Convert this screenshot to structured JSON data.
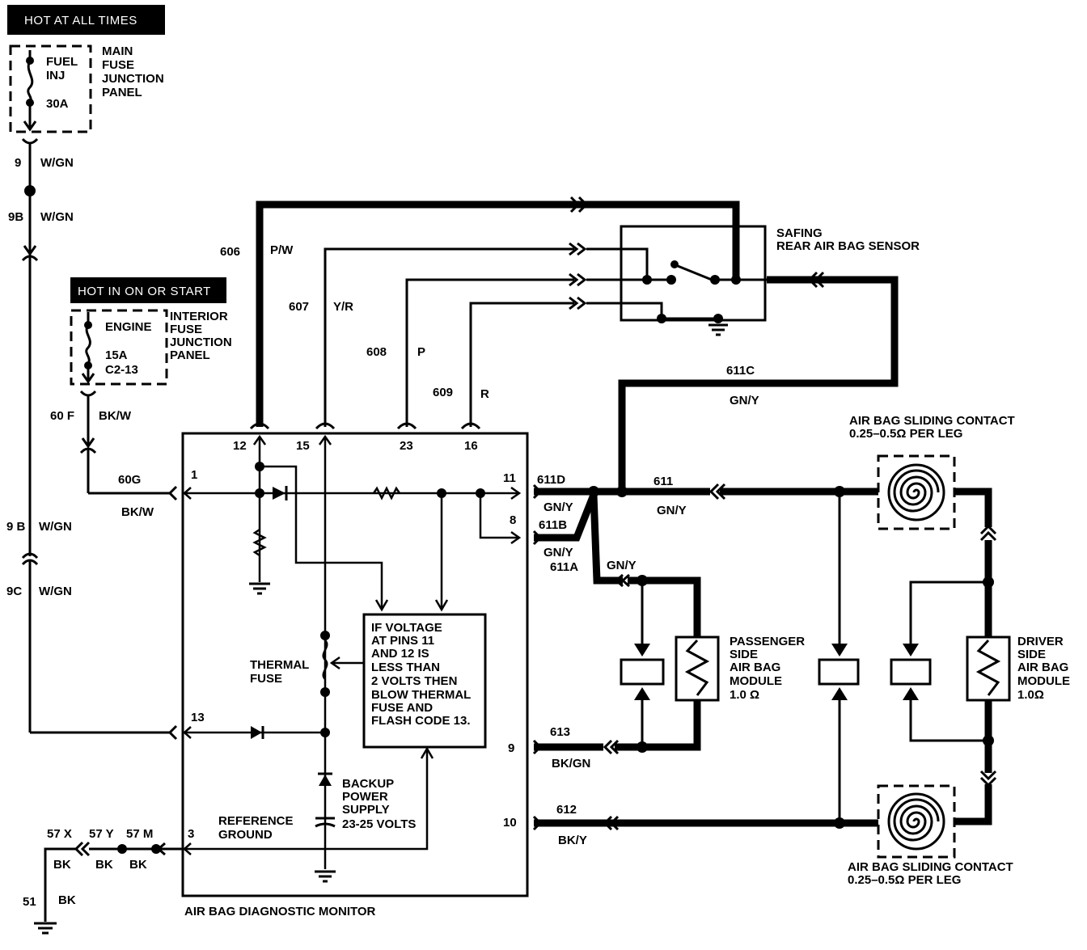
{
  "headers": {
    "hot_at_all_times": "HOT AT ALL TIMES",
    "hot_in_on_or_start": "HOT IN ON OR START"
  },
  "main_fuse": {
    "fuse_name_1": "FUEL",
    "fuse_name_2": "INJ",
    "rating": "30A",
    "panel_1": "MAIN",
    "panel_2": "FUSE",
    "panel_3": "JUNCTION",
    "panel_4": "PANEL"
  },
  "interior_fuse": {
    "fuse_name": "ENGINE",
    "rating": "15A",
    "location": "C2-13",
    "panel_1": "INTERIOR",
    "panel_2": "FUSE",
    "panel_3": "JUNCTION",
    "panel_4": "PANEL"
  },
  "circuits": {
    "c9": "9",
    "c9_color": "W/GN",
    "c9b": "9B",
    "c9b_color": "W/GN",
    "c9b2": "9 B",
    "c9b2_color": "W/GN",
    "c9c": "9C",
    "c9c_color": "W/GN",
    "c60f": "60 F",
    "c60f_color": "BK/W",
    "c60g": "60G",
    "c60g_color": "BK/W",
    "c606": "606",
    "c606_color": "P/W",
    "c607": "607",
    "c607_color": "Y/R",
    "c608": "608",
    "c608_color": "P",
    "c609": "609",
    "c609_color": "R",
    "c611c": "611C",
    "c611c_color": "GN/Y",
    "c611d": "611D",
    "c611d_color": "GN/Y",
    "c611b": "611B",
    "c611b_color": "GN/Y",
    "c611a": "611A",
    "c611a_color": "GN/Y",
    "c611": "611",
    "c611_color": "GN/Y",
    "c613": "613",
    "c613_color": "BK/GN",
    "c612": "612",
    "c612_color": "BK/Y",
    "c57x": "57 X",
    "c57y": "57 Y",
    "c57m": "57 M",
    "c57_color_1": "BK",
    "c57_color_2": "BK",
    "c57_color_3": "BK",
    "c51": "51",
    "c51_color": "BK"
  },
  "monitor": {
    "title": "AIR BAG DIAGNOSTIC MONITOR",
    "pins": {
      "p12": "12",
      "p15": "15",
      "p23": "23",
      "p16": "16",
      "p1": "1",
      "p11": "11",
      "p8": "8",
      "p13": "13",
      "p9": "9",
      "p10": "10",
      "p3": "3"
    },
    "thermal_fuse_1": "THERMAL",
    "thermal_fuse_2": "FUSE",
    "note_lines": [
      "IF VOLTAGE",
      "AT PINS 11",
      "AND 12 IS",
      "LESS THAN",
      "2 VOLTS THEN",
      "BLOW THERMAL",
      "FUSE AND",
      "FLASH CODE 13."
    ],
    "backup_1": "BACKUP",
    "backup_2": "POWER",
    "backup_3": "SUPPLY",
    "backup_4": "23-25 VOLTS",
    "ref_ground_1": "REFERENCE",
    "ref_ground_2": "GROUND"
  },
  "safing_sensor": {
    "line_1": "SAFING",
    "line_2": "REAR AIR BAG SENSOR"
  },
  "sliding_contact_top": {
    "line_1": "AIR BAG SLIDING CONTACT",
    "line_2": "0.25–0.5Ω PER LEG"
  },
  "sliding_contact_bottom": {
    "line_1": "AIR BAG SLIDING CONTACT",
    "line_2": "0.25–0.5Ω PER LEG"
  },
  "passenger_module": {
    "line_1": "PASSENGER",
    "line_2": "SIDE",
    "line_3": "AIR BAG",
    "line_4": "MODULE",
    "line_5": "1.0 Ω"
  },
  "driver_module": {
    "line_1": "DRIVER",
    "line_2": "SIDE",
    "line_3": "AIR BAG",
    "line_4": "MODULE",
    "line_5": "1.0Ω"
  }
}
